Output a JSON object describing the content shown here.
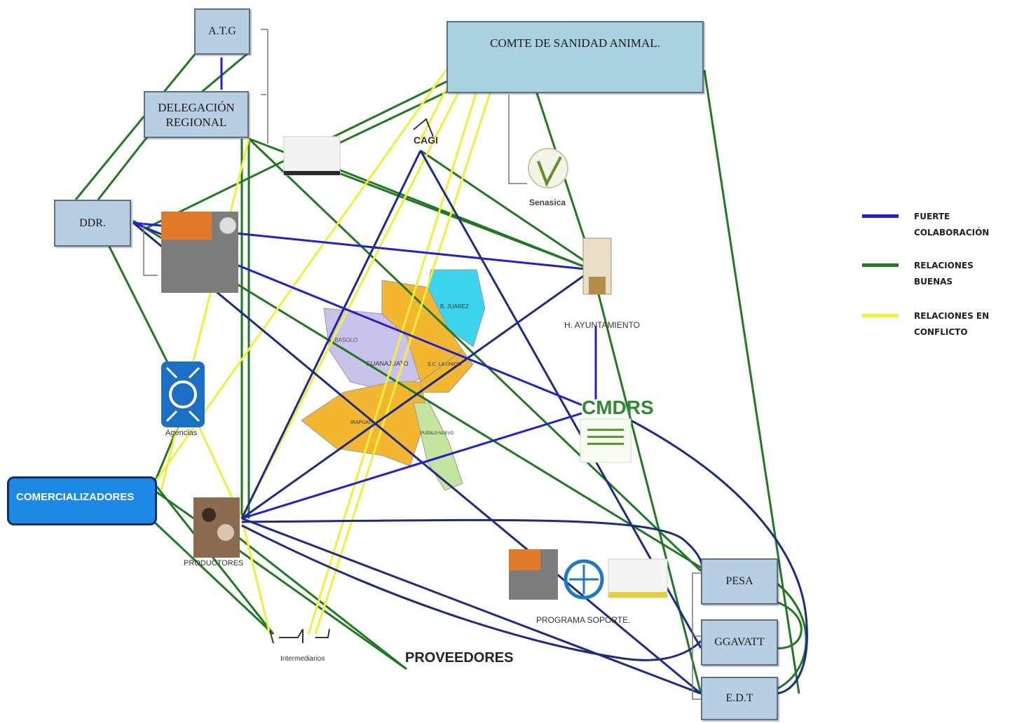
{
  "nodes": {
    "atg": "A.T.G",
    "delegacion": "DELEGACIÓN REGIONAL",
    "ddr": "DDR.",
    "comite": "COMTE DE SANIDAD ANIMAL.",
    "comercializadores": "COMERCIALIZADORES",
    "pesa": "PESA",
    "ggavatt": "GGAVATT",
    "edt": "E.D.T"
  },
  "labels": {
    "senasica": "Senasica",
    "ayuntamiento": "H. AYUNTAMIENTO",
    "cmdrs": "CMDRS",
    "productores": "PRODUCTORES",
    "intermediarios": "Intermediarios",
    "proveedores": "PROVEEDORES",
    "programa_soporte": "PROGRAMA SOPORTE.",
    "agencias": "Agencias",
    "cagi": "CAGI"
  },
  "map_regions": [
    {
      "name": "B. JUAREZ"
    },
    {
      "name": "ABASOLO"
    },
    {
      "name": "GUANAJUATO"
    },
    {
      "name": "S.C. LA UNION"
    },
    {
      "name": "IRAPUATO"
    },
    {
      "name": "PUEBLO NUEVO"
    }
  ],
  "legend": [
    {
      "color": "#1f1fd6",
      "label": "FUERTE COLABORACIÓN"
    },
    {
      "color": "#1f7a1f",
      "label": "RELACIONES BUENAS"
    },
    {
      "color": "#f2ef3a",
      "label": "RELACIONES EN CONFLICTO"
    }
  ],
  "colors": {
    "strong": "#1f1fd6",
    "navy": "#1c2a8a",
    "good": "#1f7a1f",
    "conflict": "#f2ef3a",
    "box_fill": "#b8cfe3",
    "comite_fill": "#a9d2e0",
    "comercializadores_fill": "#1e88e5"
  }
}
